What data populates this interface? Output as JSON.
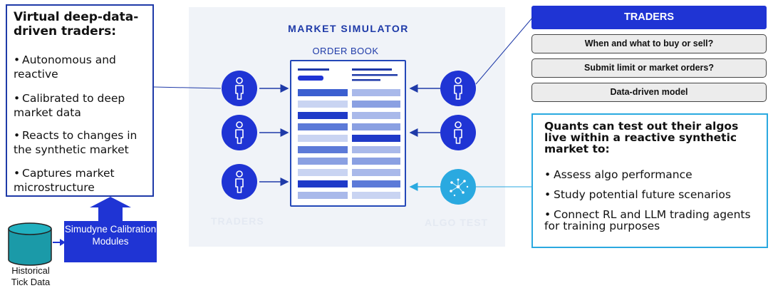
{
  "left_box": {
    "title": "Virtual deep-data-driven traders:",
    "items": [
      "Autonomous and reactive",
      "Calibrated to deep market data",
      "Reacts to changes in the synthetic market",
      "Captures market microstructure"
    ],
    "bullet": "•"
  },
  "historical": {
    "label": "Historical Tick Data"
  },
  "calibration": {
    "label": "Simudyne Calibration Modules"
  },
  "simulator": {
    "title": "MARKET SIMULATOR",
    "order_book_title": "ORDER BOOK",
    "ghost_left": "TRADERS",
    "ghost_right": "ALGO TEST"
  },
  "traders_panel": {
    "header": "TRADERS",
    "items": [
      "When and what to buy or sell?",
      "Submit limit or market orders?",
      "Data-driven model"
    ]
  },
  "quants": {
    "title": "Quants can test out their algos live within a reactive synthetic market to:",
    "items": [
      "Assess algo performance",
      "Study potential future scenarios",
      "Connect RL and LLM trading agents for training purposes"
    ],
    "bullet": "•"
  },
  "colors": {
    "navy": "#1f3aa8",
    "royal": "#1f34d4",
    "sky": "#2aa9e0",
    "teal": "#1b9aa8"
  },
  "icons": [
    "person-icon",
    "network-icon",
    "database-icon",
    "arrow-up-icon"
  ]
}
